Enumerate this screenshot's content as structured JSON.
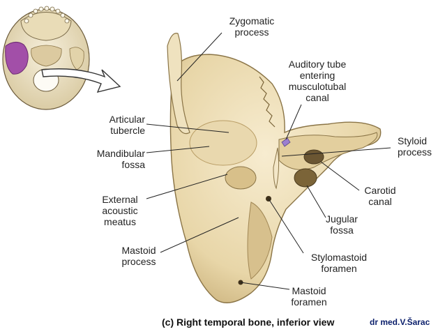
{
  "labels": {
    "zygomatic": "Zygomatic\nprocess",
    "auditory": "Auditory tube\nentering\nmusculotubal\ncanal",
    "articular": "Articular\ntubercle",
    "mandibular": "Mandibular\nfossa",
    "styloid": "Styloid\nprocess",
    "external": "External\nacoustic\nmeatus",
    "carotid": "Carotid\ncanal",
    "jugular": "Jugular\nfossa",
    "mastoid_process": "Mastoid\nprocess",
    "stylomastoid": "Stylomastoid\nforamen",
    "mastoid_foramen": "Mastoid\nforamen"
  },
  "caption": "(c) Right temporal bone,  inferior view",
  "credit": "dr med.V.Šarac",
  "colors": {
    "bone": "#eedfb8",
    "bone_shadow": "#c8b07a",
    "bone_dark": "#8a7446",
    "highlight": "#a24fa8",
    "leader": "#222222"
  }
}
